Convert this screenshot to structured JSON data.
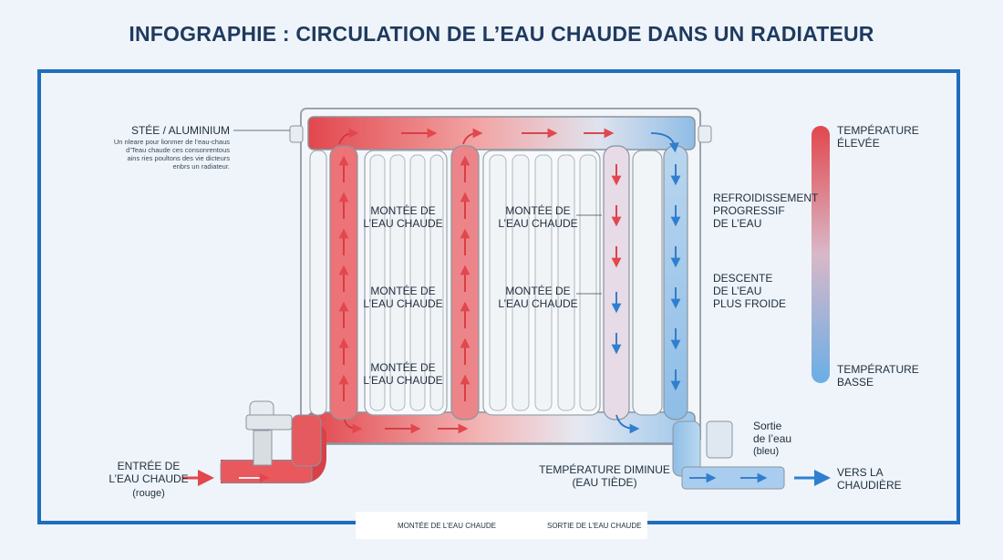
{
  "title": "INFOGRAPHIE : CIRCULATION DE L’EAU CHAUDE DANS UN RADIATEUR",
  "labels": {
    "material": "STÉE / ALUMINIUM",
    "material_note": [
      "Un nleare pour lionmer de l’eau-chaus",
      "d’Teau chaude ces consonrentous",
      "ains ries poultons des vie dicteurs",
      "enbrs un radiateur."
    ],
    "rise_1": "MONTÉE DE\nL’EAU CHAUDE",
    "rise_2": "MONTÉE DE\nL’EAU CHAUDE",
    "rise_3": "MONTÉE DE\nL’EAU CHAUDE",
    "rise_4": "MONTÉE DE\nL’EAU CHAUDE",
    "rise_5": "MONTÉE DE\nL’EAU CHAUDE",
    "cooling": "REFROIDISSEMENT\nPROGRESSIF\nDE L’EAU",
    "descent": "DESCENTE\nDE L’EAU\nPLUS FROIDE",
    "temp_high": "TEMPÉRATURE\nÉLEVÉE",
    "temp_low": "TEMPÉRATURE\nBASSE",
    "inlet": "ENTRÉE DE\nL’EAU CHAUDE",
    "inlet_note": "(rouge)",
    "outlet": "Sortie\nde l’eau",
    "outlet_note": "(bleu)",
    "temp_drop": "TEMPÉRATURE DIMINUE\n(EAU TIÈDE)",
    "to_boiler": "VERS LA\nCHAUDIÈRE"
  },
  "legend": {
    "hot": "MONTÉE DE L’EAU CHAUDE",
    "cold": "SORTIE DE L’EAU CHAUDE"
  },
  "colors": {
    "hot": "#e2474d",
    "cold": "#2f7fd0",
    "frame": "#1f6dbf",
    "title": "#1f3a5f"
  }
}
